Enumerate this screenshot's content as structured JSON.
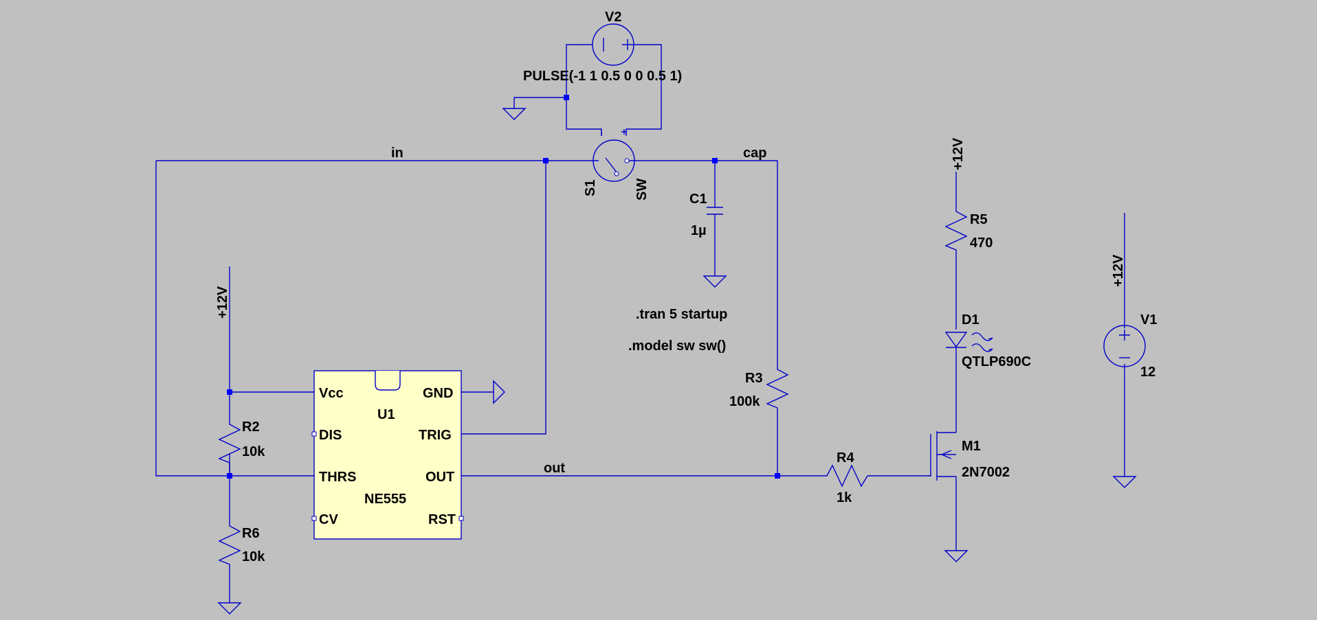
{
  "colors": {
    "background": "#c0c0c0",
    "wire": "#0000c8",
    "junction": "#0000ff",
    "chip_fill": "#ffffc8",
    "text": "#000000"
  },
  "components": {
    "v2": {
      "name": "V2",
      "value": "PULSE(-1 1 0.5 0 0 0.5 1)"
    },
    "s1": {
      "name": "S1",
      "model": "SW"
    },
    "c1": {
      "name": "C1",
      "value": "1µ"
    },
    "r2": {
      "name": "R2",
      "value": "10k"
    },
    "r6": {
      "name": "R6",
      "value": "10k"
    },
    "r3": {
      "name": "R3",
      "value": "100k"
    },
    "r4": {
      "name": "R4",
      "value": "1k"
    },
    "r5": {
      "name": "R5",
      "value": "470"
    },
    "d1": {
      "name": "D1",
      "model": "QTLP690C"
    },
    "m1": {
      "name": "M1",
      "model": "2N7002"
    },
    "v1": {
      "name": "V1",
      "value": "12"
    },
    "u1": {
      "name": "U1",
      "model": "NE555",
      "pins": {
        "vcc": "Vcc",
        "gnd": "GND",
        "dis": "DIS",
        "trig": "TRIG",
        "thrs": "THRS",
        "out": "OUT",
        "cv": "CV",
        "rst": "RST"
      }
    }
  },
  "nets": {
    "in": "in",
    "cap": "cap",
    "out": "out"
  },
  "supplies": {
    "r5_supply": "+12V",
    "r2_supply": "+12V",
    "v1_supply": "+12V"
  },
  "directives": {
    "tran": ".tran 5 startup",
    "model": ".model sw sw()"
  }
}
